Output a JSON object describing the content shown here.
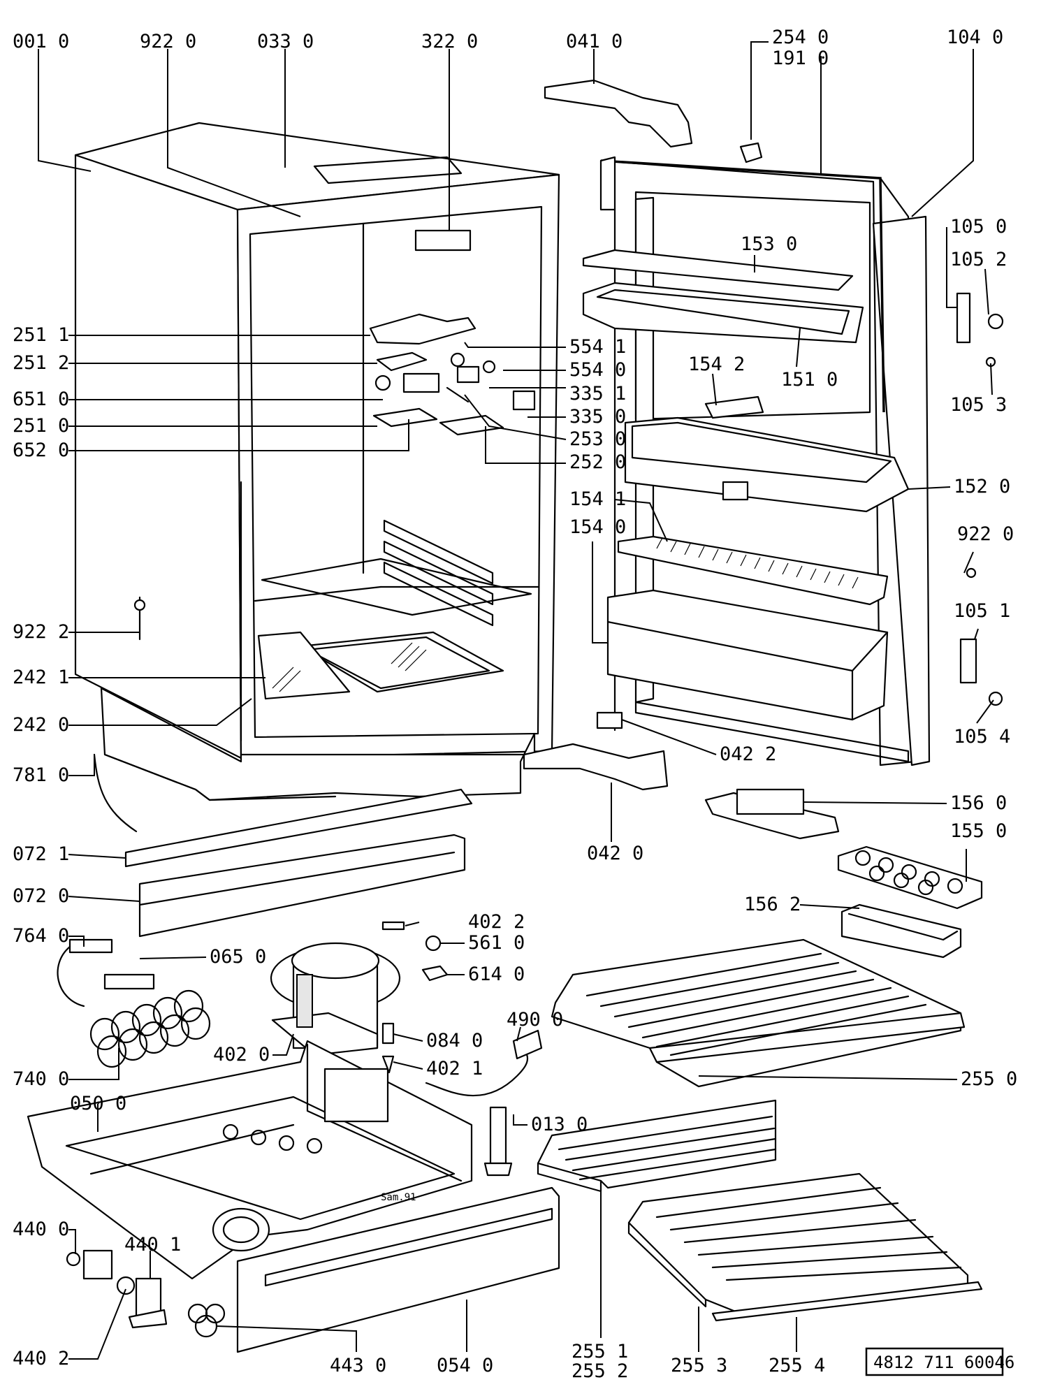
{
  "diagram": {
    "part_number": "4812 711 60046",
    "stamp": "Sam.91",
    "callouts": [
      {
        "id": "c-001-0",
        "text": "001 0"
      },
      {
        "id": "c-922-0-top",
        "text": "922 0"
      },
      {
        "id": "c-033-0",
        "text": "033 0"
      },
      {
        "id": "c-322-0",
        "text": "322 0"
      },
      {
        "id": "c-041-0",
        "text": "041 0"
      },
      {
        "id": "c-254-0",
        "text": "254 0"
      },
      {
        "id": "c-191-0",
        "text": "191 0"
      },
      {
        "id": "c-104-0",
        "text": "104 0"
      },
      {
        "id": "c-105-0",
        "text": "105 0"
      },
      {
        "id": "c-105-2",
        "text": "105 2"
      },
      {
        "id": "c-105-3",
        "text": "105 3"
      },
      {
        "id": "c-153-0",
        "text": "153 0"
      },
      {
        "id": "c-151-0",
        "text": "151 0"
      },
      {
        "id": "c-154-2",
        "text": "154 2"
      },
      {
        "id": "c-251-1",
        "text": "251 1"
      },
      {
        "id": "c-251-2",
        "text": "251 2"
      },
      {
        "id": "c-651-0",
        "text": "651 0"
      },
      {
        "id": "c-251-0",
        "text": "251 0"
      },
      {
        "id": "c-652-0",
        "text": "652 0"
      },
      {
        "id": "c-554-1",
        "text": "554 1"
      },
      {
        "id": "c-554-0",
        "text": "554 0"
      },
      {
        "id": "c-335-1",
        "text": "335 1"
      },
      {
        "id": "c-335-0",
        "text": "335 0"
      },
      {
        "id": "c-253-0",
        "text": "253 0"
      },
      {
        "id": "c-252-0",
        "text": "252 0"
      },
      {
        "id": "c-152-0",
        "text": "152 0"
      },
      {
        "id": "c-154-1",
        "text": "154 1"
      },
      {
        "id": "c-154-0",
        "text": "154 0"
      },
      {
        "id": "c-922-0-right",
        "text": "922 0"
      },
      {
        "id": "c-105-1",
        "text": "105 1"
      },
      {
        "id": "c-105-4",
        "text": "105 4"
      },
      {
        "id": "c-922-2",
        "text": "922 2"
      },
      {
        "id": "c-242-1",
        "text": "242 1"
      },
      {
        "id": "c-242-0",
        "text": "242 0"
      },
      {
        "id": "c-042-2",
        "text": "042 2"
      },
      {
        "id": "c-781-0",
        "text": "781 0"
      },
      {
        "id": "c-042-0",
        "text": "042 0"
      },
      {
        "id": "c-156-0",
        "text": "156 0"
      },
      {
        "id": "c-155-0",
        "text": "155 0"
      },
      {
        "id": "c-072-1",
        "text": "072 1"
      },
      {
        "id": "c-072-0",
        "text": "072 0"
      },
      {
        "id": "c-156-2",
        "text": "156 2"
      },
      {
        "id": "c-402-2",
        "text": "402 2"
      },
      {
        "id": "c-764-0",
        "text": "764 0"
      },
      {
        "id": "c-065-0",
        "text": "065 0"
      },
      {
        "id": "c-561-0",
        "text": "561 0"
      },
      {
        "id": "c-614-0",
        "text": "614 0"
      },
      {
        "id": "c-084-0",
        "text": "084 0"
      },
      {
        "id": "c-490-0",
        "text": "490 0"
      },
      {
        "id": "c-402-0",
        "text": "402 0"
      },
      {
        "id": "c-402-1",
        "text": "402 1"
      },
      {
        "id": "c-740-0",
        "text": "740 0"
      },
      {
        "id": "c-255-0",
        "text": "255 0"
      },
      {
        "id": "c-050-0",
        "text": "050 0"
      },
      {
        "id": "c-013-0",
        "text": "013 0"
      },
      {
        "id": "c-440-0",
        "text": "440 0"
      },
      {
        "id": "c-440-1",
        "text": "440 1"
      },
      {
        "id": "c-440-2",
        "text": "440 2"
      },
      {
        "id": "c-443-0",
        "text": "443 0"
      },
      {
        "id": "c-054-0",
        "text": "054 0"
      },
      {
        "id": "c-255-1",
        "text": "255 1"
      },
      {
        "id": "c-255-2",
        "text": "255 2"
      },
      {
        "id": "c-255-3",
        "text": "255 3"
      },
      {
        "id": "c-255-4",
        "text": "255 4"
      }
    ]
  }
}
